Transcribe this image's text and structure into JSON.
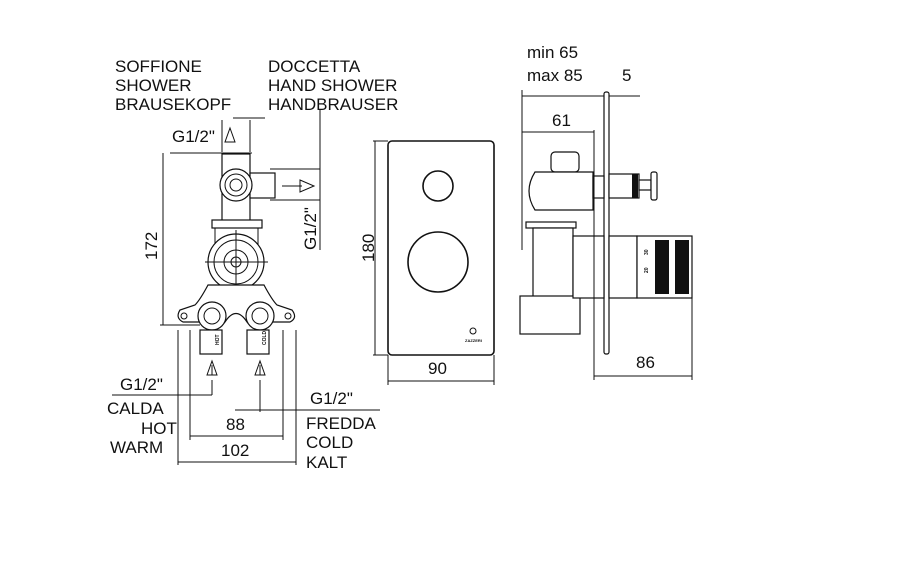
{
  "front_view": {
    "outlet_labels": {
      "shower": [
        "SOFFIONE",
        "SHOWER",
        "BRAUSEKOPF"
      ],
      "hand_shower": [
        "DOCCETTA",
        "HAND SHOWER",
        "HANDBRAUSER"
      ]
    },
    "thread_top": "G1/2\"",
    "thread_side": "G1/2\"",
    "height_dim": "172",
    "hot_inlet": {
      "thread": "G1/2\"",
      "labels": [
        "CALDA",
        "HOT",
        "WARM"
      ],
      "tag": "HOT"
    },
    "cold_inlet": {
      "thread": "G1/2\"",
      "labels": [
        "FREDDA",
        "COLD",
        "KALT"
      ],
      "tag": "COLD"
    },
    "inlet_spacing_dim": "88",
    "width_dim": "102"
  },
  "plate_view": {
    "height_dim": "180",
    "width_dim": "90",
    "brand_mark": "ZAZZERI"
  },
  "side_view": {
    "depth_min": "min 65",
    "depth_max": "max 85",
    "plate_thickness_dim": "5",
    "body_depth_dim": "61",
    "projection_dim": "86",
    "scale_marks": [
      "30",
      "20"
    ]
  }
}
